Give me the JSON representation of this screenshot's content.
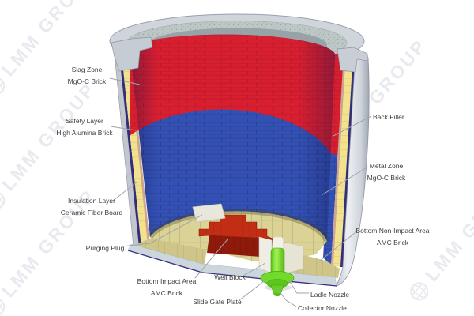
{
  "brand": {
    "watermark_text": "LMM GROUP"
  },
  "figure": {
    "type": "steel-ladle-refractory-lining-cutaway",
    "labels": {
      "slag_zone": {
        "line1": "Slag Zone",
        "line2": "MgO-C Brick"
      },
      "safety_layer": {
        "line1": "Safety Layer",
        "line2": "High Alumina Brick"
      },
      "insulation_layer": {
        "line1": "Insulation Layer",
        "line2": "Ceramic Fiber Board"
      },
      "purging_plug": {
        "line1": "Purging Plug"
      },
      "bottom_impact": {
        "line1": "Bottom Impact Area",
        "line2": "AMC Brick"
      },
      "well_block": {
        "line1": "Well Block"
      },
      "slide_gate_plate": {
        "line1": "Slide Gate Plate"
      },
      "back_filler": {
        "line1": "Back Filler"
      },
      "metal_zone": {
        "line1": "Metal Zone",
        "line2": "MgO-C Brick"
      },
      "bottom_non_impact": {
        "line1": "Bottom Non-Impact Area",
        "line2": "AMC Brick"
      },
      "ladle_nozzle": {
        "line1": "Ladle Nozzle"
      },
      "collector_nozzle": {
        "line1": "Collector Nozzle"
      }
    },
    "colors": {
      "slag_zone_brick": "#d81f30",
      "metal_zone_brick": "#3351b4",
      "insulation_layer": "#f2e28e",
      "back_filler_layer": "#cfa58d",
      "steel_shell": "#c9ced6",
      "shell_edge_line": "#332d7a",
      "rim_castable": "#bcc7c6",
      "bottom_floor_brick": "#dbd295",
      "impact_pad": "#c22d15",
      "well_block": "#f0eee4",
      "nozzle_green": "#6ed629",
      "steel_band": "#ccd7dd",
      "leader_line": "#9fa5aa",
      "label_text": "#3d3d3d",
      "watermark": "#e9e9f0"
    }
  }
}
